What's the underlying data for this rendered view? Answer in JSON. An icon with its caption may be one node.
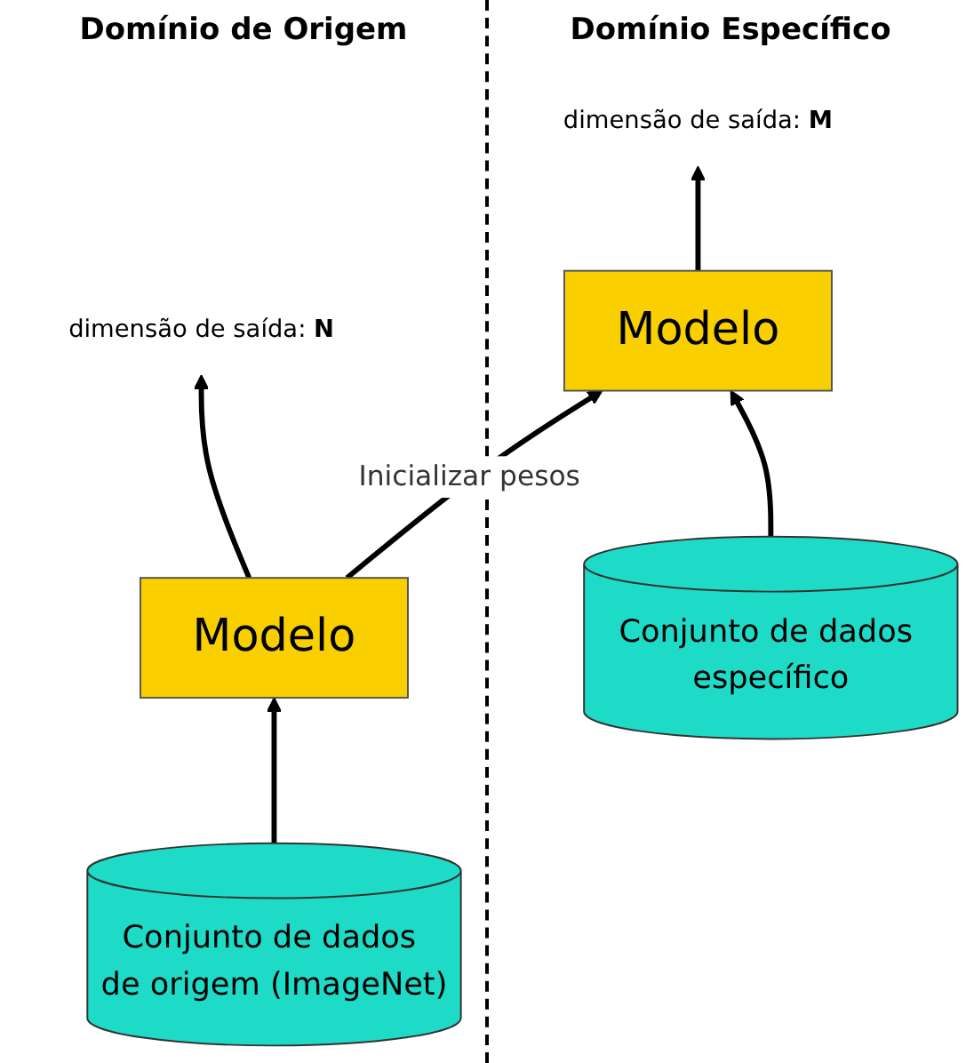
{
  "diagram": {
    "nodes": [
      {
        "text": [
          "dimensão de saída: **N**"
        ]
      },
      {
        "text": [
          "Modelo"
        ]
      },
      {
        "text": [
          "Conjunto de dados de origem (ImageNet)"
        ]
      },
      {
        "text": [
          "dimensão de saída: **M**"
        ]
      },
      {
        "text": [
          "Modelo"
        ]
      },
      {
        "text": [
          "Conjunto de dados específico"
        ]
      }
    ],
    "edges": [
      {
        "from": 1,
        "to": 0,
        "arrow": "to"
      },
      {
        "from": 2,
        "to": 1,
        "arrow": "to"
      },
      {
        "from": 1,
        "to": 4,
        "arrow": "to",
        "label": "Inicializar pesos"
      },
      {
        "from": 4,
        "to": 3,
        "arrow": "to"
      },
      {
        "from": 5,
        "to": 4,
        "arrow": "to"
      }
    ],
    "labels": [
      "Domínio de Origem",
      "Domínio Específico"
    ]
  }
}
